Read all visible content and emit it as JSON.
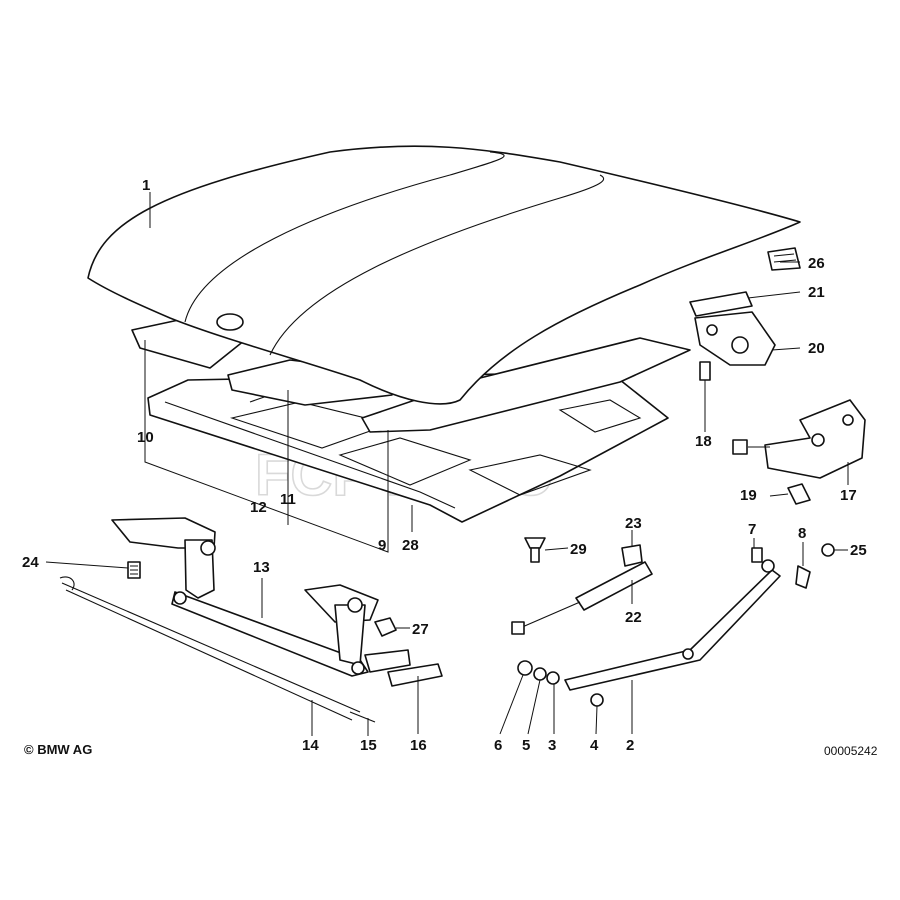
{
  "labels": {
    "l1": "1",
    "l2": "2",
    "l3": "3",
    "l4": "4",
    "l5": "5",
    "l6": "6",
    "l7": "7",
    "l8": "8",
    "l9": "9",
    "l10": "10",
    "l11": "11",
    "l12": "12",
    "l13": "13",
    "l14": "14",
    "l15": "15",
    "l16": "16",
    "l17": "17",
    "l18": "18",
    "l19": "19",
    "l20": "20",
    "l21": "21",
    "l22": "22",
    "l23": "23",
    "l24": "24",
    "l25": "25",
    "l26": "26",
    "l27": "27",
    "l28": "28",
    "l29": "29"
  },
  "copyright": "© BMW AG",
  "diagram_code": "00005242",
  "watermark": "FCP EURO"
}
